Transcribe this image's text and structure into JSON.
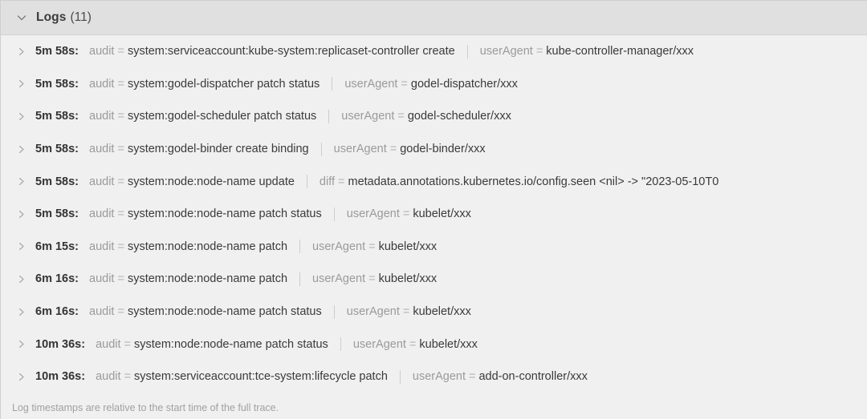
{
  "header": {
    "title": "Logs",
    "count": "(11)",
    "collapse_icon": "chevron-down-icon"
  },
  "rows": [
    {
      "expand_icon": "chevron-right-icon",
      "timestamp": "5m 58s:",
      "fields": [
        {
          "key": "audit",
          "eq": "=",
          "value": "system:serviceaccount:kube-system:replicaset-controller create"
        },
        {
          "key": "userAgent",
          "eq": "=",
          "value": "kube-controller-manager/xxx"
        }
      ]
    },
    {
      "expand_icon": "chevron-right-icon",
      "timestamp": "5m 58s:",
      "fields": [
        {
          "key": "audit",
          "eq": "=",
          "value": "system:godel-dispatcher patch status"
        },
        {
          "key": "userAgent",
          "eq": "=",
          "value": "godel-dispatcher/xxx"
        }
      ]
    },
    {
      "expand_icon": "chevron-right-icon",
      "timestamp": "5m 58s:",
      "fields": [
        {
          "key": "audit",
          "eq": "=",
          "value": "system:godel-scheduler patch status"
        },
        {
          "key": "userAgent",
          "eq": "=",
          "value": "godel-scheduler/xxx"
        }
      ]
    },
    {
      "expand_icon": "chevron-right-icon",
      "timestamp": "5m 58s:",
      "fields": [
        {
          "key": "audit",
          "eq": "=",
          "value": "system:godel-binder create binding"
        },
        {
          "key": "userAgent",
          "eq": "=",
          "value": "godel-binder/xxx"
        }
      ]
    },
    {
      "expand_icon": "chevron-right-icon",
      "timestamp": "5m 58s:",
      "fields": [
        {
          "key": "audit",
          "eq": "=",
          "value": "system:node:node-name update"
        },
        {
          "key": "diff",
          "eq": "=",
          "value": "metadata.annotations.kubernetes.io/config.seen <nil> -> \"2023-05-10T0"
        }
      ]
    },
    {
      "expand_icon": "chevron-right-icon",
      "timestamp": "5m 58s:",
      "fields": [
        {
          "key": "audit",
          "eq": "=",
          "value": "system:node:node-name patch status"
        },
        {
          "key": "userAgent",
          "eq": "=",
          "value": "kubelet/xxx"
        }
      ]
    },
    {
      "expand_icon": "chevron-right-icon",
      "timestamp": "6m 15s:",
      "fields": [
        {
          "key": "audit",
          "eq": "=",
          "value": "system:node:node-name patch"
        },
        {
          "key": "userAgent",
          "eq": "=",
          "value": "kubelet/xxx"
        }
      ]
    },
    {
      "expand_icon": "chevron-right-icon",
      "timestamp": "6m 16s:",
      "fields": [
        {
          "key": "audit",
          "eq": "=",
          "value": "system:node:node-name patch"
        },
        {
          "key": "userAgent",
          "eq": "=",
          "value": "kubelet/xxx"
        }
      ]
    },
    {
      "expand_icon": "chevron-right-icon",
      "timestamp": "6m 16s:",
      "fields": [
        {
          "key": "audit",
          "eq": "=",
          "value": "system:node:node-name patch status"
        },
        {
          "key": "userAgent",
          "eq": "=",
          "value": "kubelet/xxx"
        }
      ]
    },
    {
      "expand_icon": "chevron-right-icon",
      "timestamp": "10m 36s:",
      "fields": [
        {
          "key": "audit",
          "eq": "=",
          "value": "system:node:node-name patch status"
        },
        {
          "key": "userAgent",
          "eq": "=",
          "value": "kubelet/xxx"
        }
      ]
    },
    {
      "expand_icon": "chevron-right-icon",
      "timestamp": "10m 36s:",
      "fields": [
        {
          "key": "audit",
          "eq": "=",
          "value": "system:serviceaccount:tce-system:lifecycle patch"
        },
        {
          "key": "userAgent",
          "eq": "=",
          "value": "add-on-controller/xxx"
        }
      ]
    }
  ],
  "footer": {
    "note": "Log timestamps are relative to the start time of the full trace."
  },
  "colors": {
    "header_bg": "#e0e0e0",
    "body_bg": "#f0f0f0",
    "border": "#cfcfcf",
    "key_text": "#9a9a9a",
    "value_text": "#3a3a3a",
    "timestamp_text": "#333333",
    "footer_text": "#a0a0a0"
  }
}
